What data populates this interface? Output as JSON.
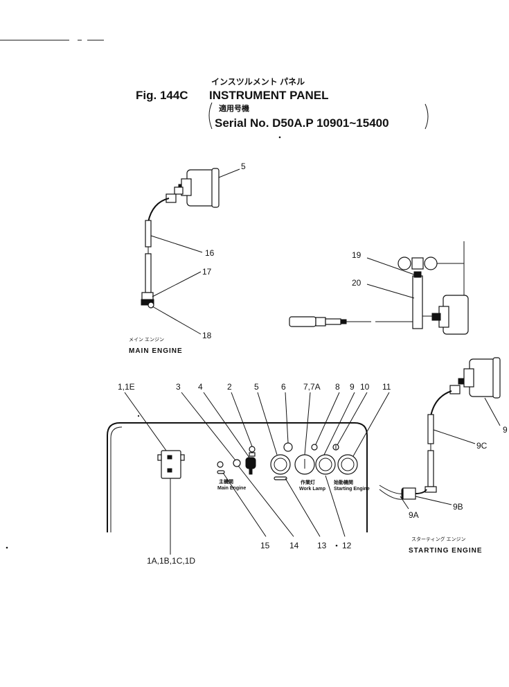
{
  "title": {
    "jp": "インスツルメント パネル",
    "fig_number": "Fig. 144C",
    "name": "INSTRUMENT PANEL",
    "applicable_jp": "適用号機",
    "serial": "Serial No. D50A.P 10901~15400"
  },
  "captions": {
    "main_engine_jp": "メイン エンジン",
    "main_engine": "MAIN ENGINE",
    "starting_engine_jp": "スターティング エンジン",
    "starting_engine": "STARTING ENGINE"
  },
  "panel_labels": {
    "main_engine_jp": "主機関",
    "main_engine": "Main Engine",
    "work_lamp_jp": "作業灯",
    "work_lamp": "Work Lamp",
    "starting_engine_jp": "始動機関",
    "starting_engine": "Starting Engine"
  },
  "callouts": {
    "c5_top": "5",
    "c16": "16",
    "c17": "17",
    "c18": "18",
    "c19": "19",
    "c20": "20",
    "c1_1e": "1,1E",
    "c3": "3",
    "c4": "4",
    "c2": "2",
    "c5": "5",
    "c6": "6",
    "c7_7a": "7,7A",
    "c8": "8",
    "c9": "9",
    "c10": "10",
    "c11": "11",
    "c9_right": "9",
    "c9c": "9C",
    "c9b": "9B",
    "c9a": "9A",
    "c1a": "1A,1B,1C,1D",
    "c15": "15",
    "c14": "14",
    "c13": "13",
    "c12": "12"
  }
}
